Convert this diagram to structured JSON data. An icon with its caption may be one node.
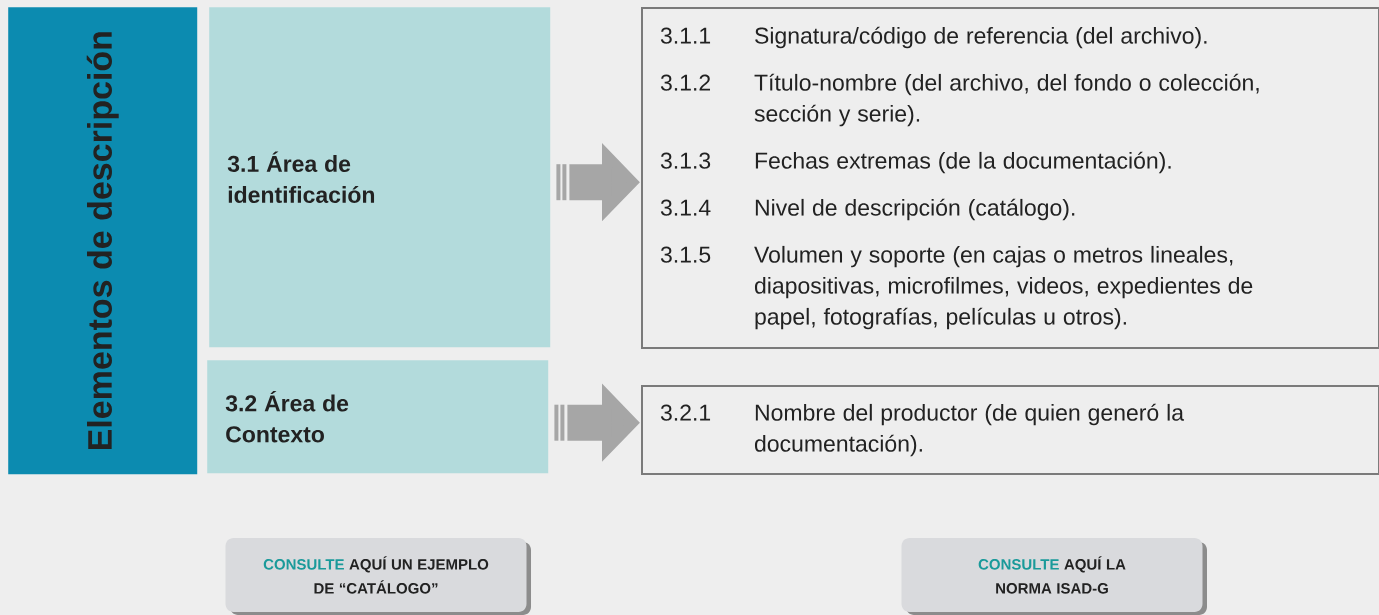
{
  "diagram": {
    "nodes": [
      {
        "text": [
          "Elementos de descripción"
        ]
      },
      {
        "text": [
          "3.1 Área de identificación"
        ]
      },
      {
        "text": [
          "3.2 Área de Contexto"
        ]
      },
      {
        "text": [
          "3.1.1",
          "Signatura/código de referencia (del archivo).",
          "3.1.2",
          "Título-nombre (del archivo, del fondo o colección, sección y serie).",
          "3.1.3",
          "Fechas extremas (de la documentación).",
          "3.1.4",
          "Nivel de descripción (catálogo).",
          "3.1.5",
          "Volumen y soporte (en cajas o metros lineales, diapositivas, microfilmes, videos, expedientes de papel, fotografías, películas u otros)."
        ]
      },
      {
        "text": [
          "3.2.1",
          "Nombre del productor (de quien generó la documentación)."
        ]
      },
      {
        "text": [
          "CONSULTE",
          "AQUÍ UN EJEMPLO DE “CATÁLOGO”"
        ]
      },
      {
        "text": [
          "CONSULTE",
          "AQUÍ LA NORMA ISAD-G"
        ]
      }
    ],
    "edges": [
      {
        "from": 1,
        "to": 3,
        "arrow": "to"
      },
      {
        "from": 2,
        "to": 4,
        "arrow": "to"
      }
    ]
  }
}
